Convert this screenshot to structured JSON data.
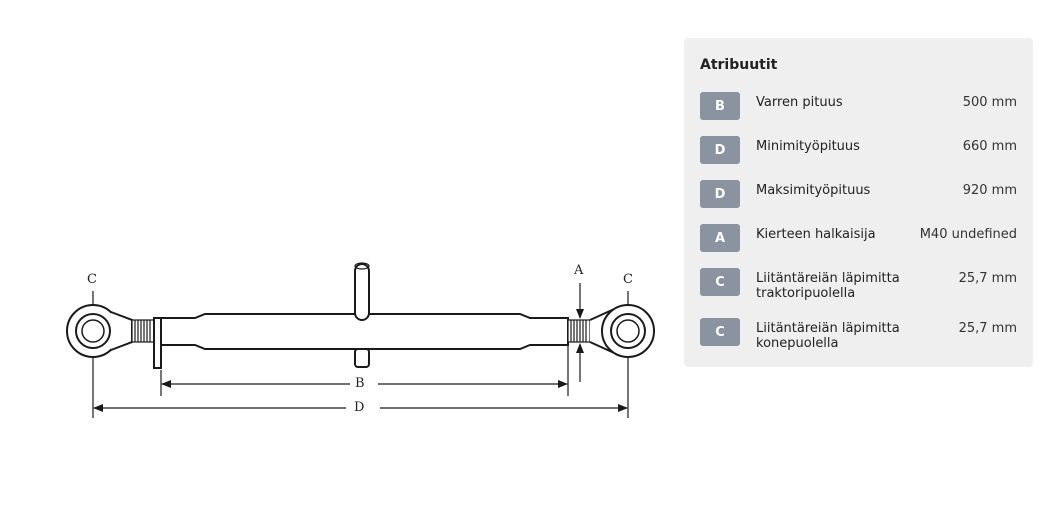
{
  "diagram": {
    "labels": {
      "c_left": "C",
      "c_right": "C",
      "a": "A",
      "b": "B",
      "d": "D"
    }
  },
  "attributes": {
    "title": "Atribuutit",
    "rows": [
      {
        "code": "B",
        "name": "Varren pituus",
        "value": "500 mm"
      },
      {
        "code": "D",
        "name": "Minimityöpituus",
        "value": "660 mm"
      },
      {
        "code": "D",
        "name": "Maksimityöpituus",
        "value": "920 mm"
      },
      {
        "code": "A",
        "name": "Kierteen halkaisija",
        "value": "M40 undefined"
      },
      {
        "code": "C",
        "name": "Liitäntäreiän läpimitta traktoripuolella",
        "value": "25,7 mm"
      },
      {
        "code": "C",
        "name": "Liitäntäreiän läpimitta konepuolella",
        "value": "25,7 mm"
      }
    ]
  },
  "colors": {
    "badge": "#8a94a0",
    "panel": "#efefef",
    "line": "#1a1a1a"
  }
}
